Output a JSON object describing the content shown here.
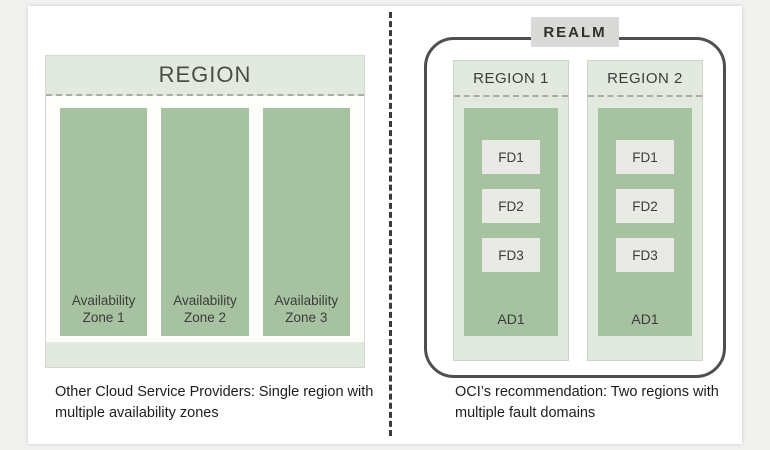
{
  "left": {
    "region_title": "REGION",
    "zones": [
      {
        "label": "Availability Zone 1"
      },
      {
        "label": "Availability Zone 2"
      },
      {
        "label": "Availability Zone 3"
      }
    ],
    "caption": "Other Cloud Service Providers: Single region with multiple availability zones"
  },
  "right": {
    "realm_label": "REALM",
    "regions": [
      {
        "title": "REGION 1",
        "fault_domains": [
          "FD1",
          "FD2",
          "FD3"
        ],
        "availability_domain": "AD1"
      },
      {
        "title": "REGION 2",
        "fault_domains": [
          "FD1",
          "FD2",
          "FD3"
        ],
        "availability_domain": "AD1"
      }
    ],
    "caption": "OCI’s recommendation: Two regions with multiple fault domains"
  },
  "colors": {
    "zone_green": "#a7c2a1",
    "header_green": "#e2eadf",
    "fd_gray": "#e9eae5",
    "realm_label_bg": "#d9d9d7",
    "realm_border": "#4f4f4d"
  }
}
